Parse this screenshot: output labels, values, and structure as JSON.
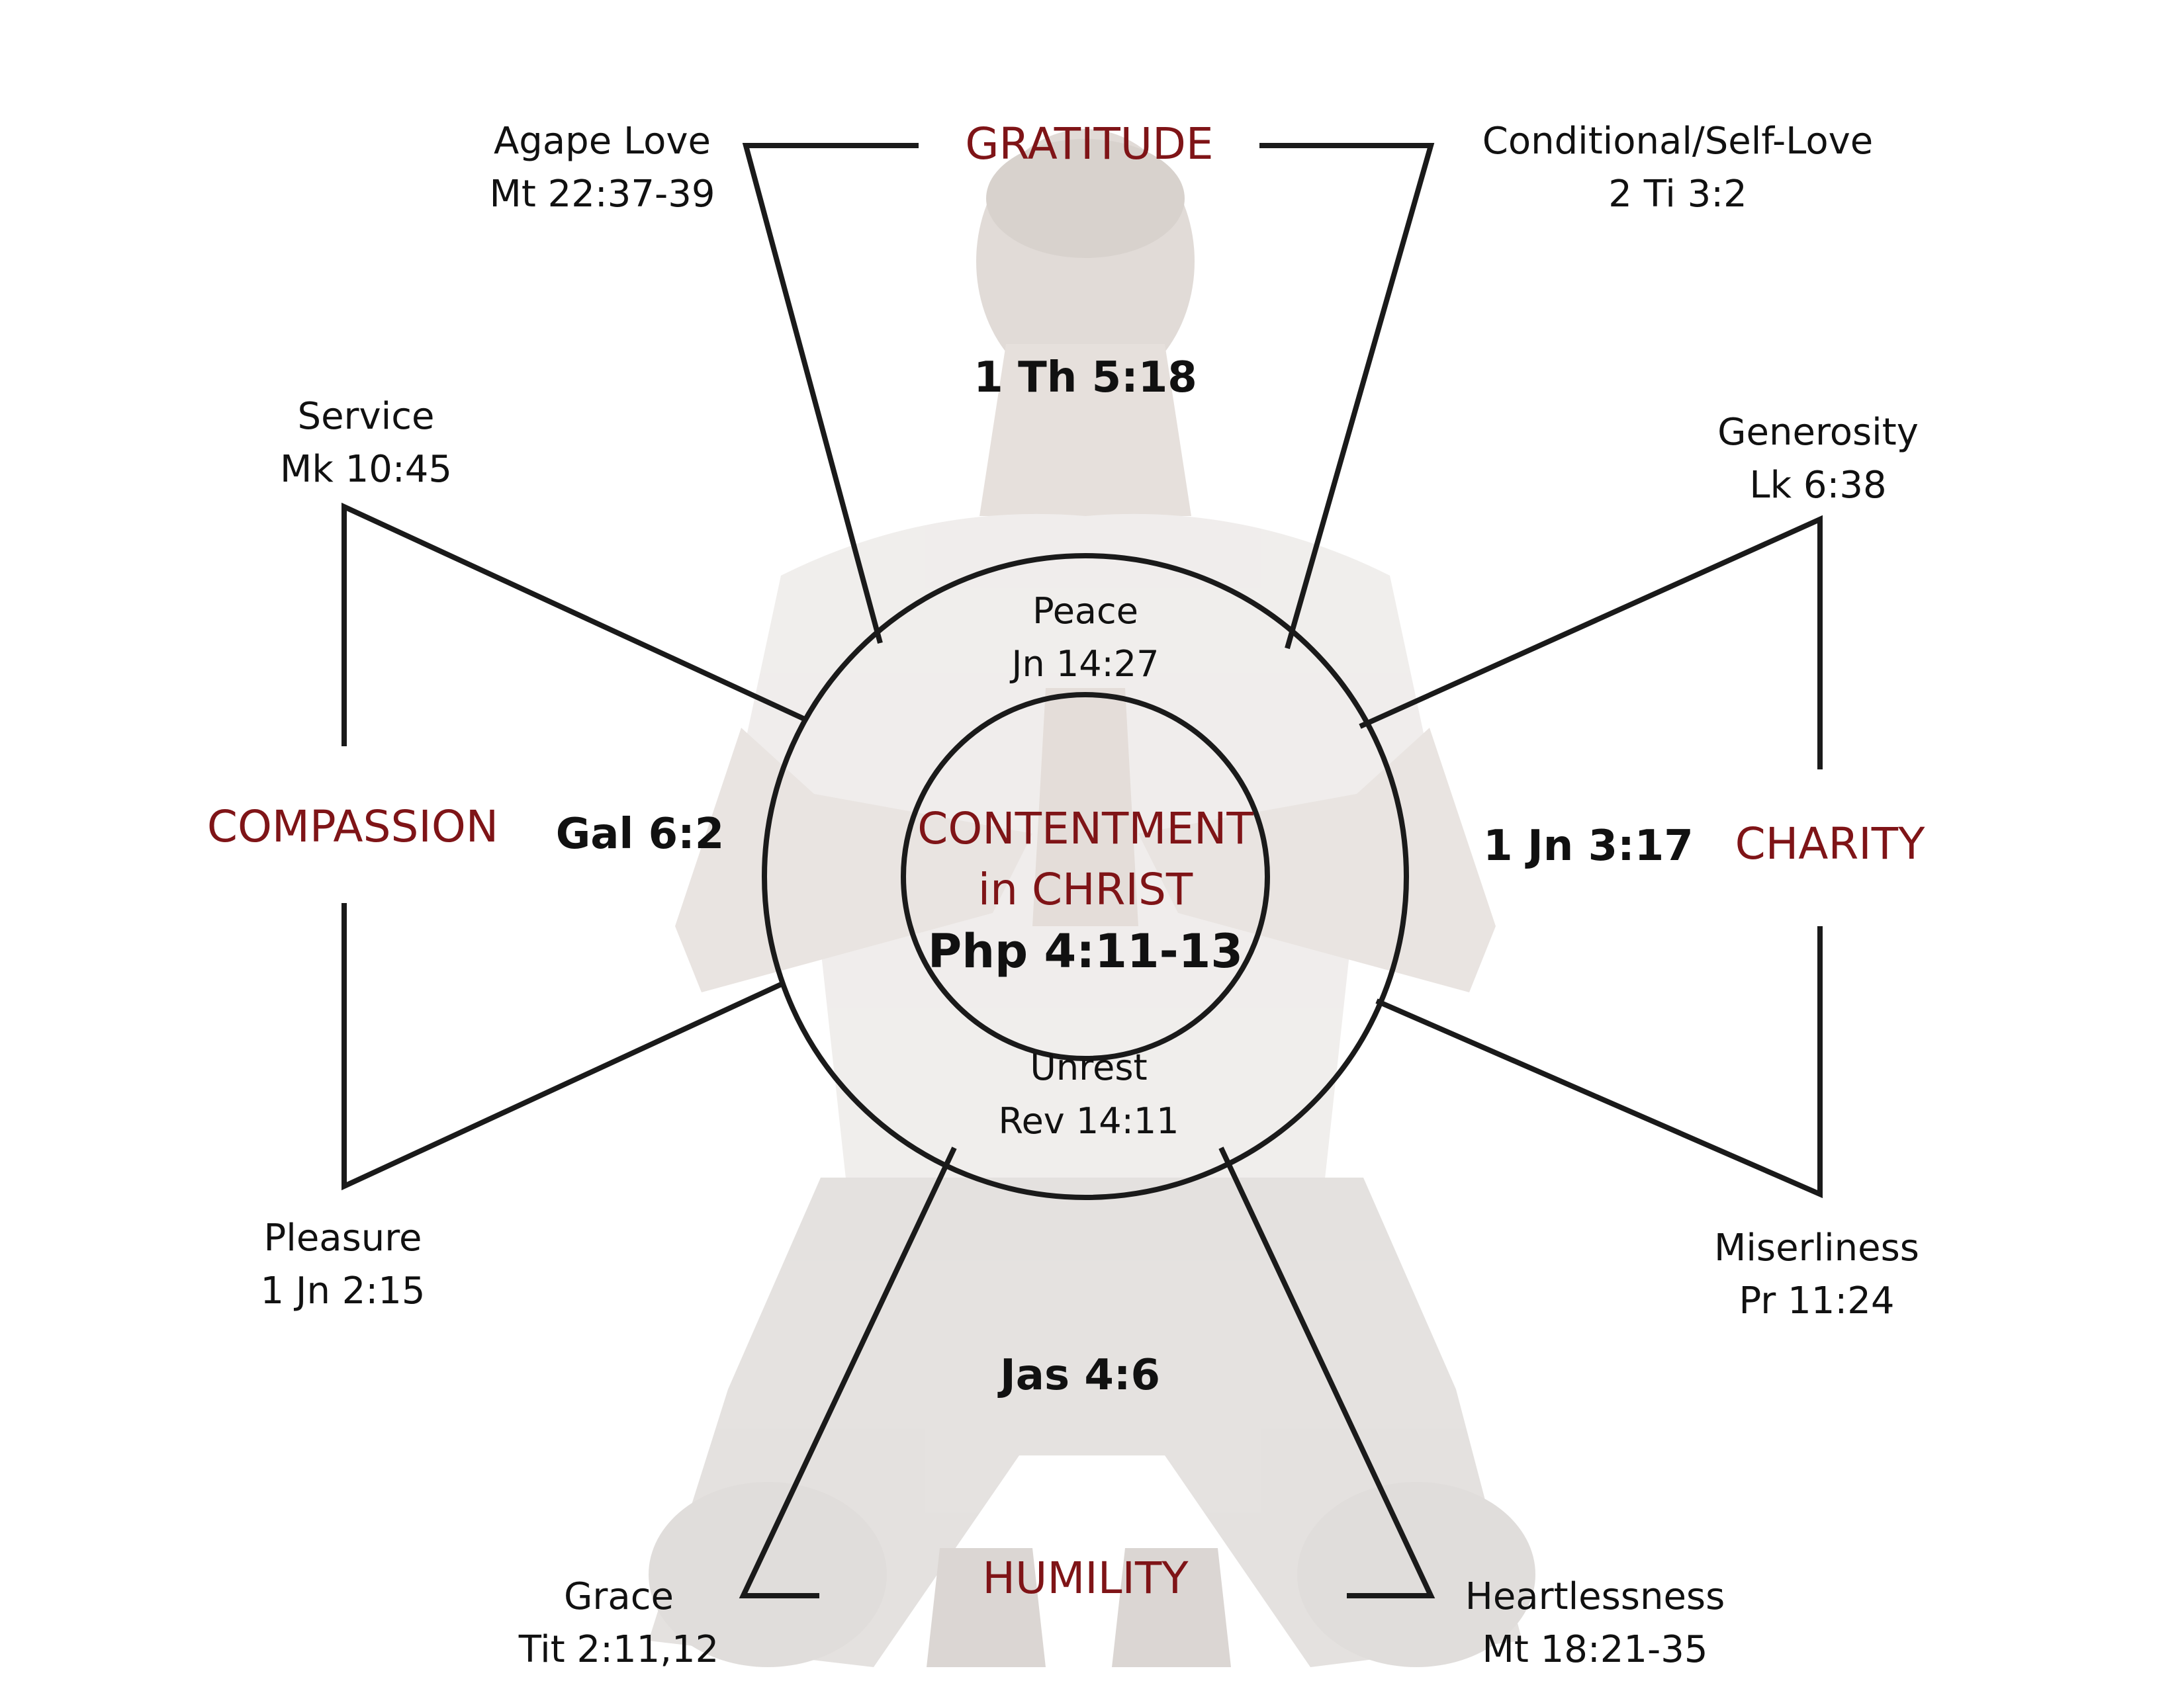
{
  "colors": {
    "virtue_red": "#7f1417",
    "text": "#111111",
    "line": "#1a1a1a",
    "figure": "#d9d5d2"
  },
  "center": {
    "title_line1": "CONTENTMENT",
    "title_line2": "in CHRIST",
    "reference": "Php 4:11-13"
  },
  "ring": {
    "top_label": "Peace",
    "top_ref": "Jn 14:27",
    "bottom_label": "Unrest",
    "bottom_ref": "Rev 14:11"
  },
  "gratitude": {
    "label": "GRATITUDE",
    "verse": "1 Th 5:18",
    "left_label": "Agape Love",
    "left_ref": "Mt 22:37-39",
    "right_label": "Conditional/Self-Love",
    "right_ref": "2 Ti 3:2"
  },
  "compassion": {
    "label": "COMPASSION",
    "verse": "Gal 6:2",
    "top_label": "Service",
    "top_ref": "Mk 10:45",
    "bottom_label": "Pleasure",
    "bottom_ref": "1 Jn 2:15"
  },
  "charity": {
    "label": "CHARITY",
    "verse": "1 Jn 3:17",
    "top_label": "Generosity",
    "top_ref": "Lk 6:38",
    "bottom_label": "Miserliness",
    "bottom_ref": "Pr 11:24"
  },
  "humility": {
    "label": "HUMILITY",
    "verse": "Jas 4:6",
    "left_label": "Grace",
    "left_ref": "Tit 2:11,12",
    "right_label": "Heartlessness",
    "right_ref": "Mt 18:21-35"
  },
  "background_image": "kneeling-praying-man"
}
